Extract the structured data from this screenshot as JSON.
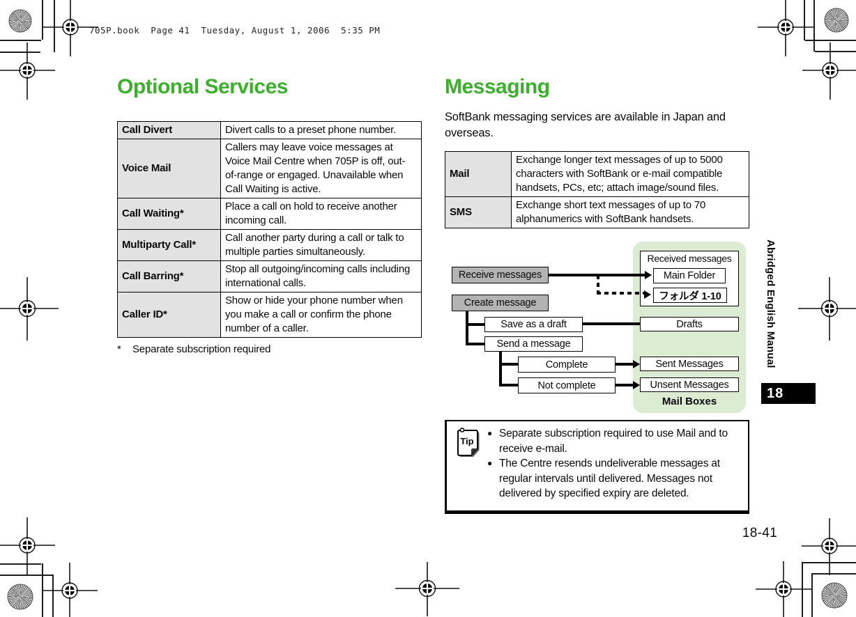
{
  "print_header": "705P.book  Page 41  Tuesday, August 1, 2006  5:35 PM",
  "page_number": "18-41",
  "sidebar": {
    "vertical_label": "Abridged English Manual",
    "chapter_tab": "18"
  },
  "optional_services": {
    "title": "Optional Services",
    "rows": [
      {
        "service": "Call Divert",
        "description": "Divert calls to a preset phone number."
      },
      {
        "service": "Voice Mail",
        "description": "Callers may leave voice messages at Voice Mail Centre when 705P is off, out-of-range or engaged. Unavailable when Call Waiting is active."
      },
      {
        "service": "Call Waiting*",
        "description": "Place a call on hold to receive another incoming call."
      },
      {
        "service": "Multiparty Call*",
        "description": "Call another party during a call or talk to multiple parties simultaneously."
      },
      {
        "service": "Call Barring*",
        "description": "Stop all outgoing/incoming calls including international calls."
      },
      {
        "service": "Caller ID*",
        "description": "Show or hide your phone number when you make a call or confirm the phone number of a caller."
      }
    ],
    "footnote_symbol": "*",
    "footnote": "Separate subscription required"
  },
  "messaging": {
    "title": "Messaging",
    "intro": "SoftBank messaging services are available in Japan and overseas.",
    "rows": [
      {
        "service": "Mail",
        "description": "Exchange longer text messages of up to 5000 characters with SoftBank or e-mail compatible handsets, PCs, etc; attach image/sound files."
      },
      {
        "service": "SMS",
        "description": "Exchange short text messages of up to 70 alphanumerics with SoftBank handsets."
      }
    ]
  },
  "diagram": {
    "receive": "Receive messages",
    "create": "Create message",
    "save_draft": "Save as a draft",
    "send_message": "Send a message",
    "complete": "Complete",
    "not_complete": "Not complete",
    "received_group": "Received messages",
    "main_folder": "Main Folder",
    "folders": "フォルダ 1-10",
    "drafts": "Drafts",
    "sent": "Sent Messages",
    "unsent": "Unsent Messages",
    "mailboxes": "Mail Boxes"
  },
  "tip": {
    "label": "Tip",
    "bullets": [
      "Separate subscription required to use Mail and to receive e-mail.",
      "The Centre resends undeliverable messages at regular intervals until delivered. Messages not delivered by specified expiry are deleted."
    ]
  },
  "colors": {
    "heading_green": "#3cb02c",
    "diagram_panel_green": "#dcecd3",
    "diagram_gray_box": "#b3b3b3",
    "table_header_gray": "#e2e2e2",
    "chapter_tab_bg": "#000000"
  }
}
